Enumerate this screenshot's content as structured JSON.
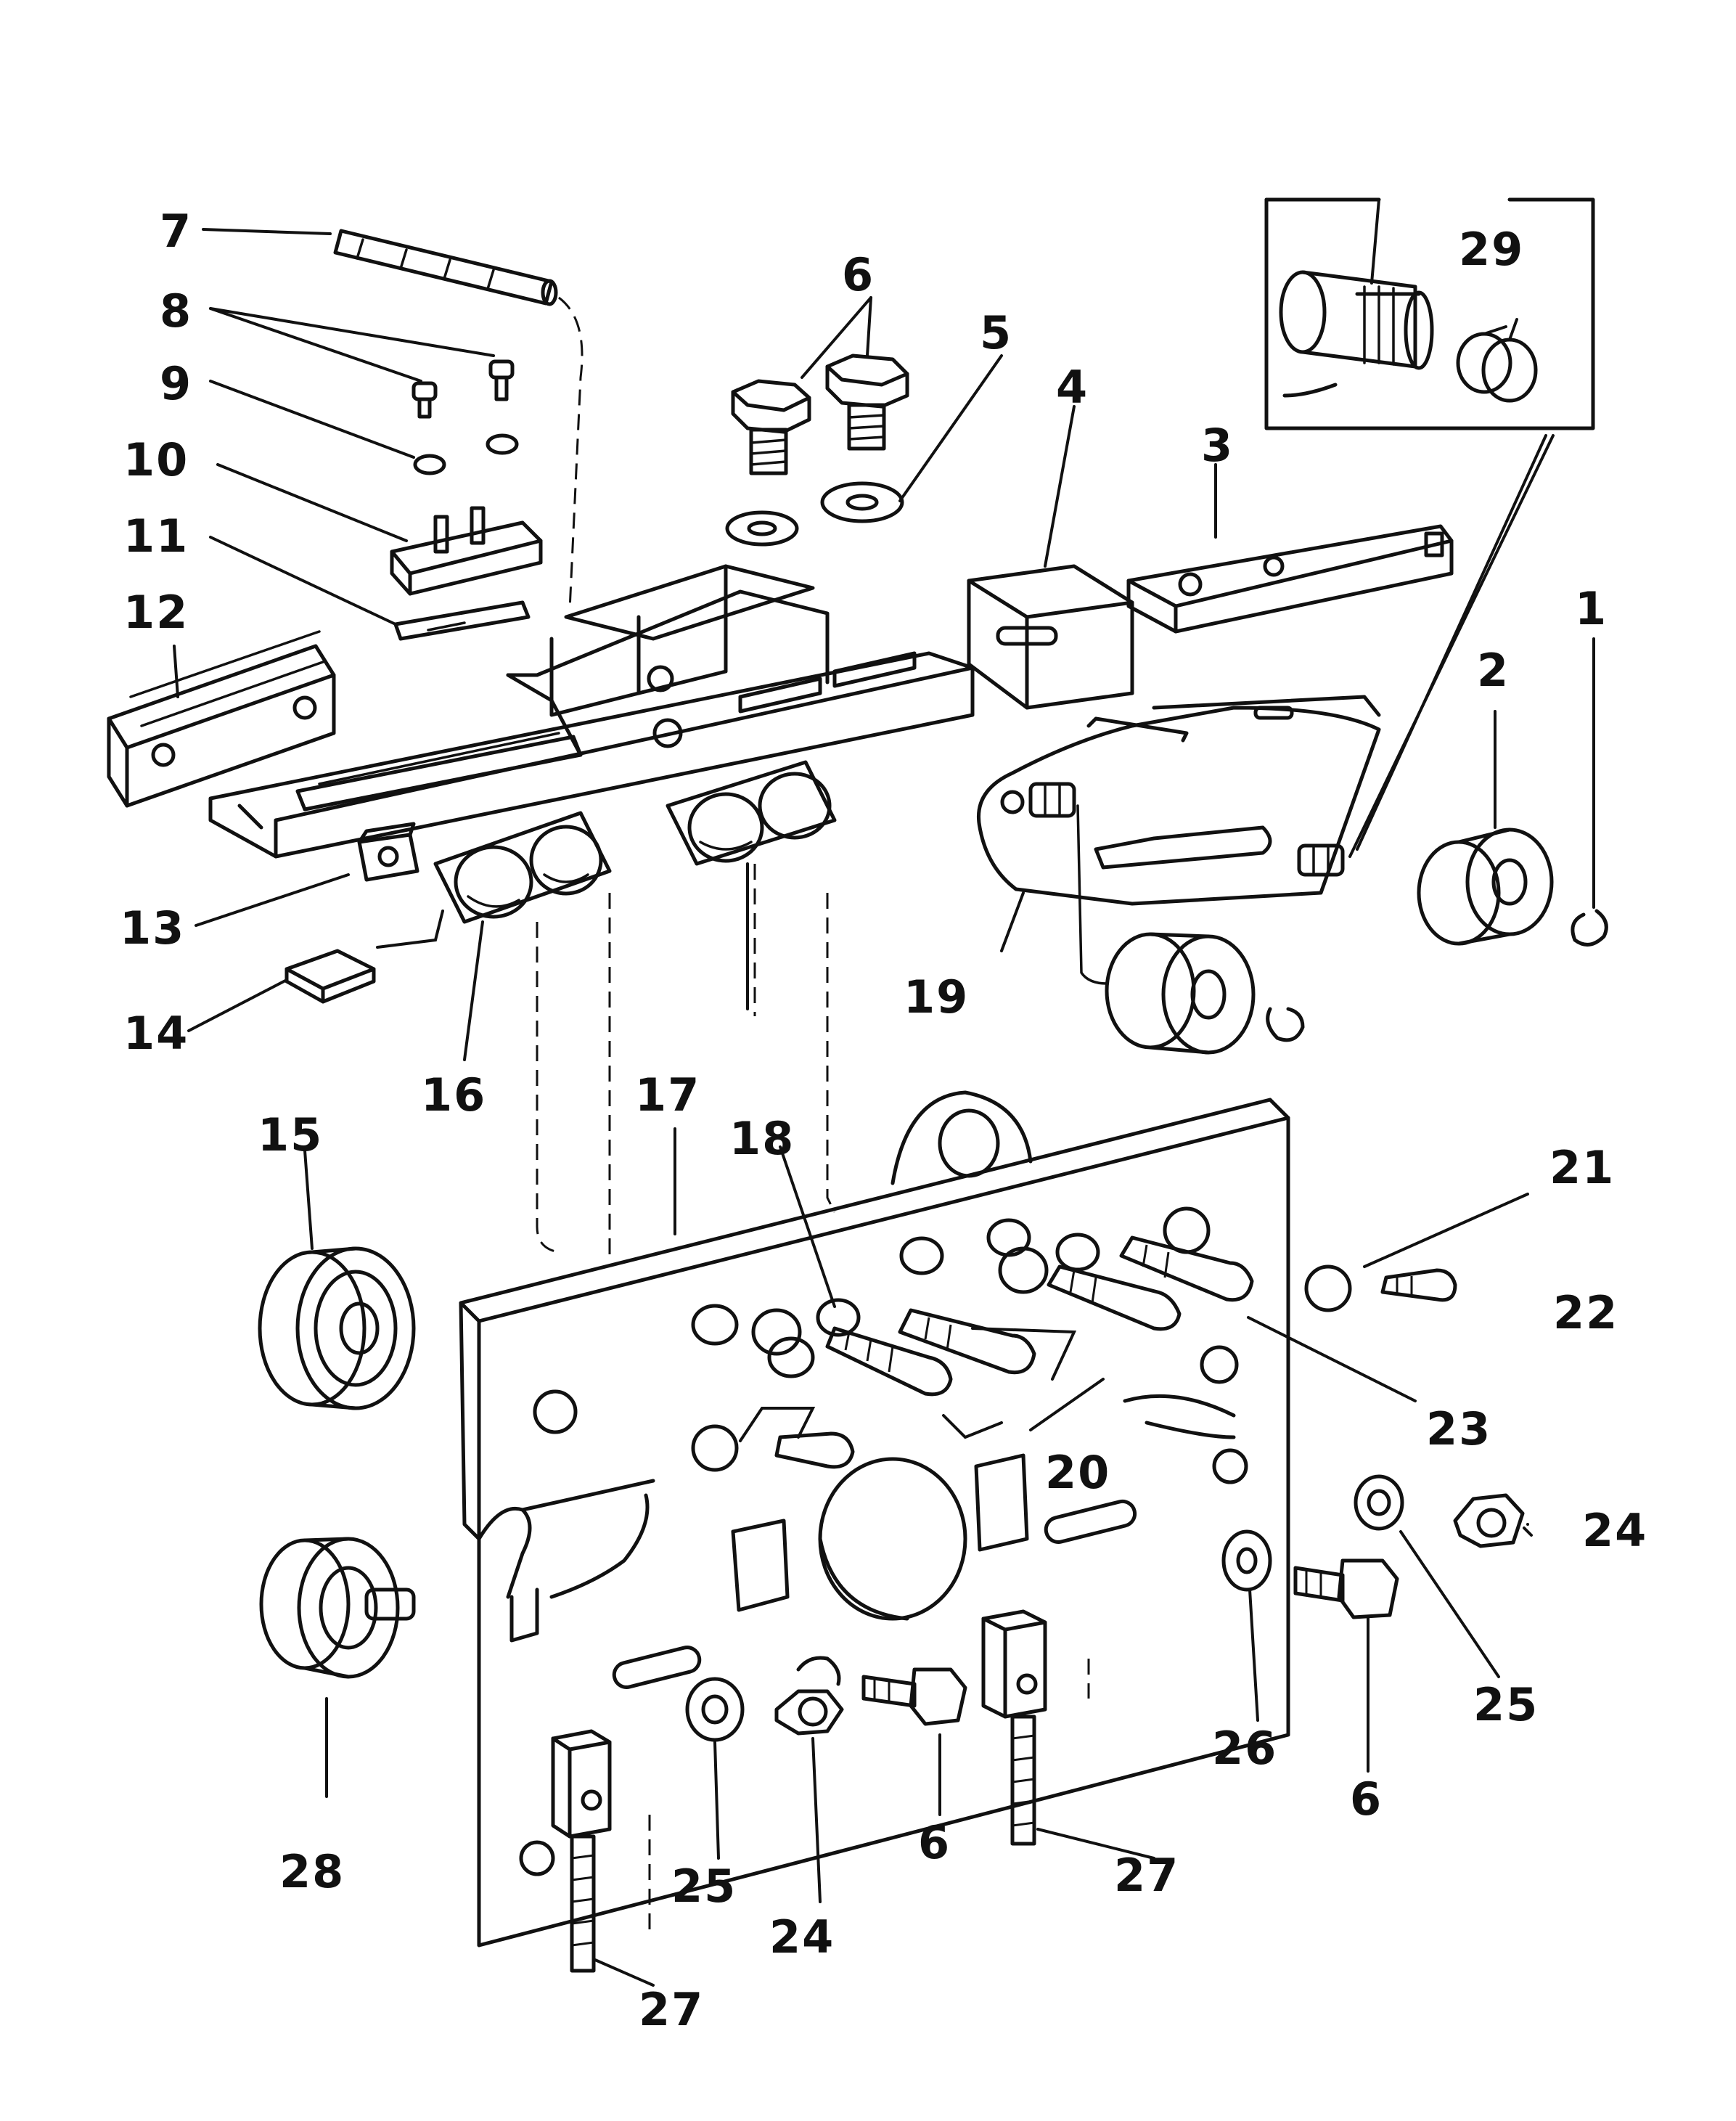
{
  "diagram": {
    "type": "exploded-parts-view",
    "ink_color": "#111111",
    "paper_color": "#ffffff",
    "callouts": {
      "c1": "1",
      "c2": "2",
      "c3": "3",
      "c4": "4",
      "c5": "5",
      "c6a": "6",
      "c6b": "6",
      "c6c": "6",
      "c7": "7",
      "c8": "8",
      "c9": "9",
      "c10": "10",
      "c11": "11",
      "c12": "12",
      "c13": "13",
      "c14": "14",
      "c15": "15",
      "c16": "16",
      "c17": "17",
      "c18": "18",
      "c19": "19",
      "c20": "20",
      "c21": "21",
      "c22": "22",
      "c23": "23",
      "c24a": "24",
      "c24b": "24",
      "c25a": "25",
      "c25b": "25",
      "c26": "26",
      "c27a": "27",
      "c27b": "27",
      "c28": "28",
      "c29": "29"
    }
  }
}
